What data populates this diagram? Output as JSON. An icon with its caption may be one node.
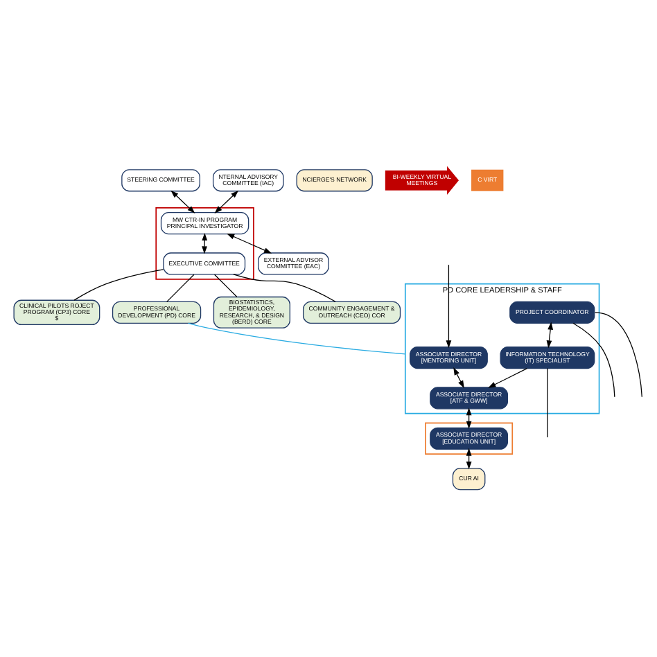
{
  "diagram": {
    "nodes": [
      {
        "text": [
          "STEERING COMMITTEE"
        ]
      },
      {
        "text": [],
        "shape": "box"
      },
      {
        "text": [
          "MW CTR-IN PROGRAM PRINCIPAL INVESTIGATOR"
        ],
        "in": 1
      },
      {
        "text": [
          "EXECUTIVE COMMITTEE"
        ],
        "in": 1
      },
      {
        "text": [
          "NTERNAL ADVISORY COMMITTEE (IAC)"
        ]
      },
      {
        "text": [
          "NCIERGE'S NETWORK"
        ]
      },
      {
        "text": [
          "EXTERNAL ADVISOR COMMITTEE (EAC)"
        ]
      },
      {
        "text": [
          "BI-WEEKLY VIRTUAL MEETINGS"
        ]
      },
      {
        "text": [
          "CLINICAL PILOTS ROJECT PROGRAM (CP3) CORE",
          "$"
        ]
      },
      {
        "text": [
          "PROFESSIONAL DEVELOPMENT (PD) CORE"
        ]
      },
      {
        "text": [
          "BIOSTATISTICS, EPIDEMIOLOGY, RESEARCH, & DESIGN (BERD) CORE"
        ]
      },
      {
        "text": [
          "COMMUNITY ENGAGEMENT & OUTREACH (CEO) COR"
        ]
      },
      {
        "text": [
          "PD CORE LEADERSHIP & STAFF"
        ]
      },
      {
        "text": [
          "ASSOCIATE DIRECTOR [MENTORING UNIT]"
        ],
        "in": 12
      },
      {
        "text": [
          "ASSOCIATE DIRECTOR [ATF & GWW]"
        ],
        "in": 12
      },
      {
        "text": [],
        "shape": "box"
      },
      {
        "text": [
          "ASSOCIATE DIRECTOR [EDUCATION UNIT]"
        ],
        "in": 15
      },
      {
        "text": [
          "CUR AI"
        ]
      },
      {
        "text": [
          "PROJECT COORDINATOR"
        ],
        "in": 12
      },
      {
        "text": [
          "INFORMATION TECHNOLOGY (IT) SPECIALIST"
        ],
        "in": 12
      }
    ],
    "edges": [
      {
        "from": 0,
        "to": 2,
        "arrow": "both"
      },
      {
        "from": 4,
        "to": 2,
        "arrow": "both"
      },
      {
        "from": 2,
        "to": 6,
        "arrow": "both"
      },
      {
        "from": 2,
        "to": 3,
        "arrow": "both"
      },
      {
        "from": 3,
        "to": 8,
        "arrow": "none"
      },
      {
        "from": 3,
        "to": 9,
        "arrow": "none"
      },
      {
        "from": 3,
        "to": 10,
        "arrow": "none"
      },
      {
        "from": 3,
        "to": 11,
        "arrow": "none"
      },
      {
        "from": 9,
        "to": 12,
        "arrow": "none",
        "color": "#29abe2"
      },
      {
        "from": null,
        "to": 13,
        "arrow": "to"
      },
      {
        "from": 13,
        "to": 14,
        "arrow": "both"
      },
      {
        "from": 14,
        "to": 16,
        "arrow": "both"
      },
      {
        "from": 16,
        "to": 17,
        "arrow": "both"
      },
      {
        "from": 18,
        "to": 19,
        "arrow": "both"
      },
      {
        "from": 19,
        "to": 14,
        "arrow": "to"
      },
      {
        "from": 18,
        "to": null,
        "arrow": "none"
      },
      {
        "from": 19,
        "to": null,
        "arrow": "none"
      },
      {
        "from": 18,
        "to": null,
        "arrow": "none"
      }
    ],
    "labels": [
      "C VIRT"
    ]
  }
}
